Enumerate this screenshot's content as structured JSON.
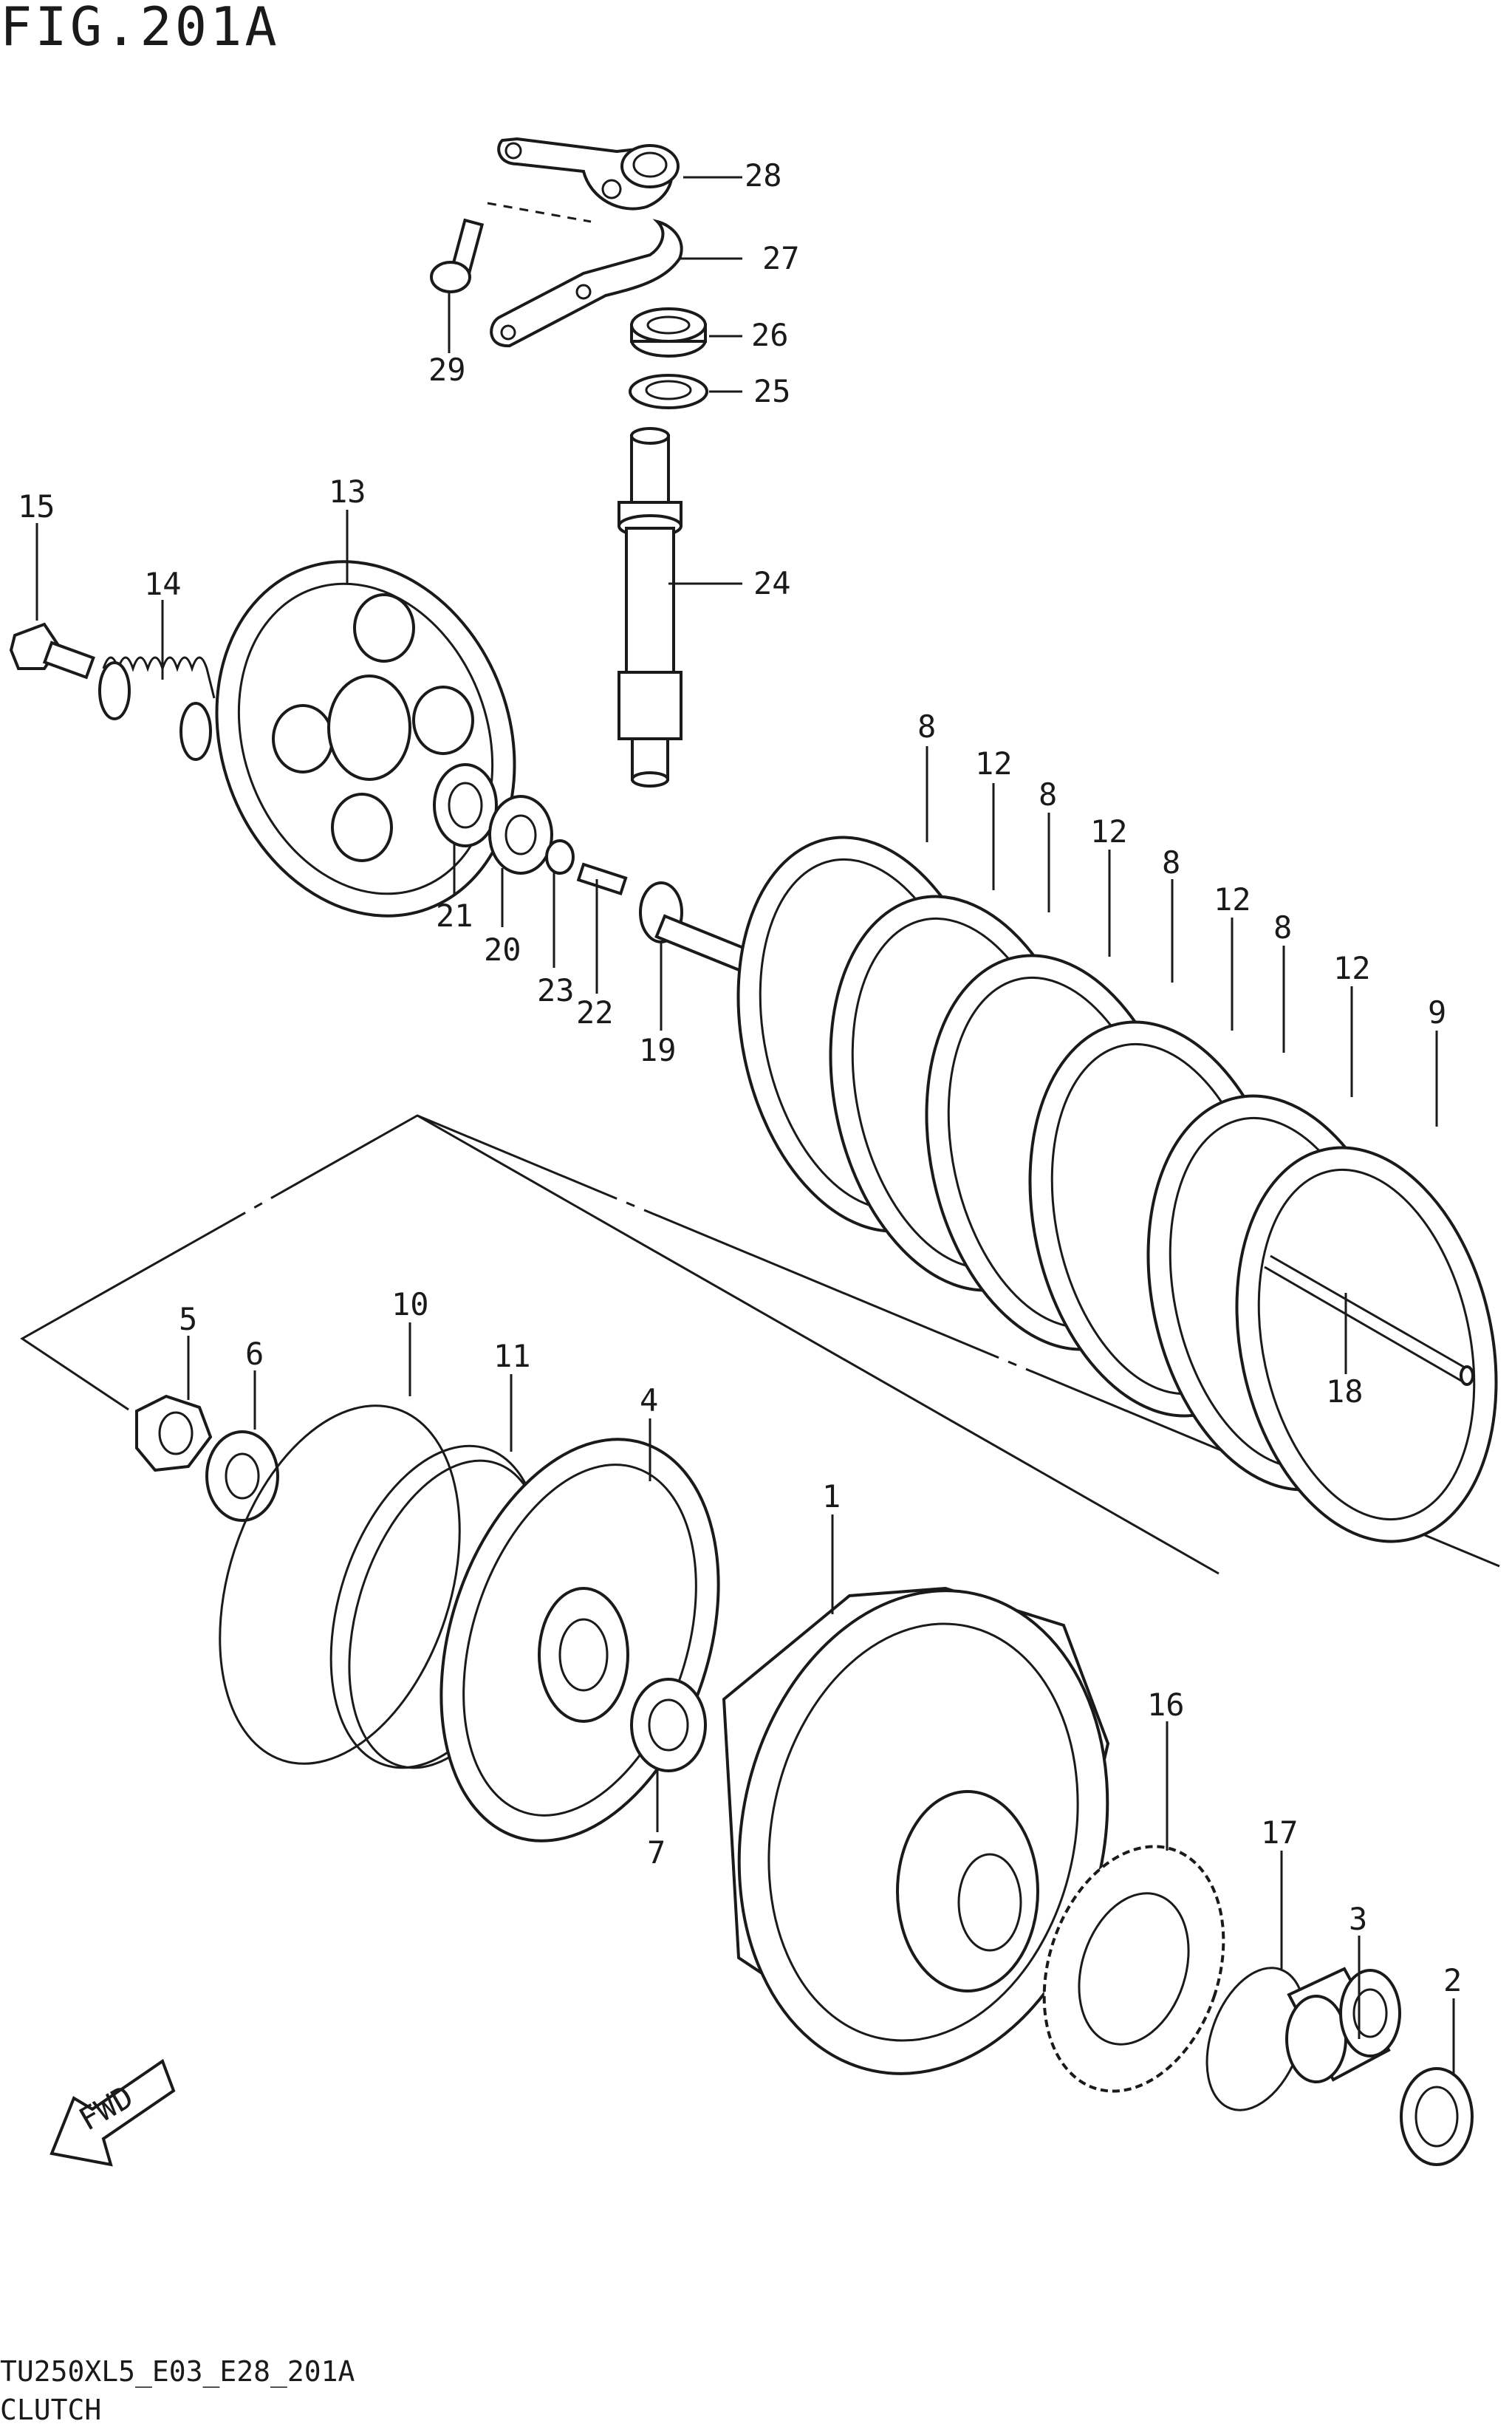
{
  "figure": {
    "title": "FIG.201A",
    "model_code": "TU250XL5_E03_E28_201A",
    "section_name": "CLUTCH",
    "fwd_label": "FWD"
  },
  "callouts": {
    "c1": "1",
    "c2": "2",
    "c3": "3",
    "c4": "4",
    "c5": "5",
    "c6": "6",
    "c7": "7",
    "c8a": "8",
    "c8b": "8",
    "c8c": "8",
    "c8d": "8",
    "c9": "9",
    "c10": "10",
    "c11": "11",
    "c12a": "12",
    "c12b": "12",
    "c12c": "12",
    "c12d": "12",
    "c13": "13",
    "c14": "14",
    "c15": "15",
    "c16": "16",
    "c17": "17",
    "c18": "18",
    "c19": "19",
    "c20": "20",
    "c21": "21",
    "c22": "22",
    "c23": "23",
    "c24": "24",
    "c25": "25",
    "c26": "26",
    "c27": "27",
    "c28": "28",
    "c29": "29"
  },
  "icons": {
    "fwd_arrow": "fwd-arrow-icon"
  }
}
